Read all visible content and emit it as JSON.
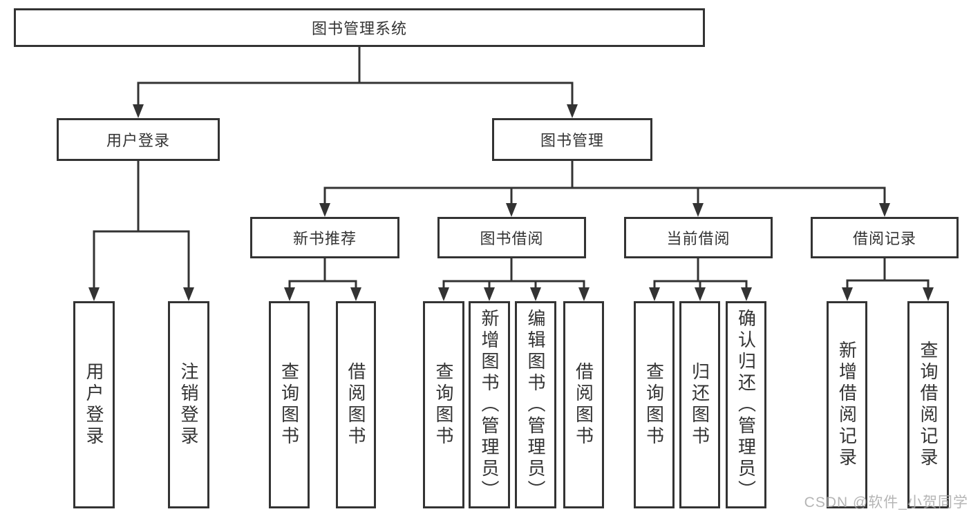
{
  "tree": {
    "root": {
      "label": "图书管理系统",
      "children": [
        {
          "label": "用户登录",
          "children": [
            {
              "label": "用户登录"
            },
            {
              "label": "注销登录"
            }
          ]
        },
        {
          "label": "图书管理",
          "children": [
            {
              "label": "新书推荐",
              "children": [
                {
                  "label": "查询图书"
                },
                {
                  "label": "借阅图书"
                }
              ]
            },
            {
              "label": "图书借阅",
              "children": [
                {
                  "label": "查询图书"
                },
                {
                  "label": "新增图书（管理员）"
                },
                {
                  "label": "编辑图书（管理员）"
                },
                {
                  "label": "借阅图书"
                }
              ]
            },
            {
              "label": "当前借阅",
              "children": [
                {
                  "label": "查询图书"
                },
                {
                  "label": "归还图书"
                },
                {
                  "label": "确认归还（管理员）"
                }
              ]
            },
            {
              "label": "借阅记录",
              "children": [
                {
                  "label": "新增借阅记录"
                },
                {
                  "label": "查询借阅记录"
                }
              ]
            }
          ]
        }
      ]
    }
  },
  "watermark": "CSDN @软件_小贺同学",
  "colors": {
    "line": "#333333",
    "box_border": "#333333",
    "box_bg": "#ffffff",
    "text": "#333333",
    "watermark": "#a9a9a9"
  }
}
